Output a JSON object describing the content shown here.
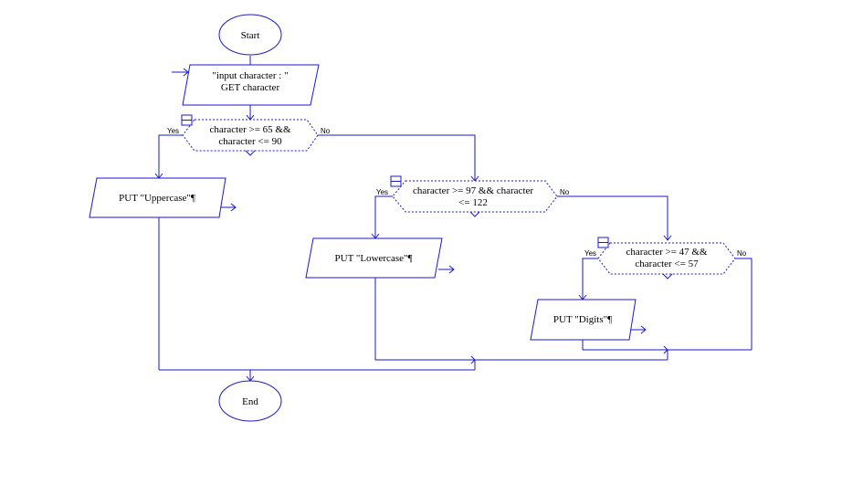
{
  "flowchart": {
    "start": "Start",
    "end": "End",
    "input": {
      "line1": "\"input character : \"",
      "line2": "GET character"
    },
    "decision1": {
      "line1": "character >= 65 &&",
      "line2": "character <= 90",
      "yes": "Yes",
      "no": "No"
    },
    "output_upper": "PUT \"Uppercase\"¶",
    "decision2": {
      "line1": "character >= 97 && character",
      "line2": "<= 122",
      "yes": "Yes",
      "no": "No"
    },
    "output_lower": "PUT \"Lowercase\"¶",
    "decision3": {
      "line1": "character >= 47 &&",
      "line2": "character <= 57",
      "yes": "Yes",
      "no": "No"
    },
    "output_digits": "PUT \"Digits\"¶"
  },
  "colors": {
    "stroke": "#1a1acc",
    "fill": "#ffffff",
    "text": "#000000"
  }
}
